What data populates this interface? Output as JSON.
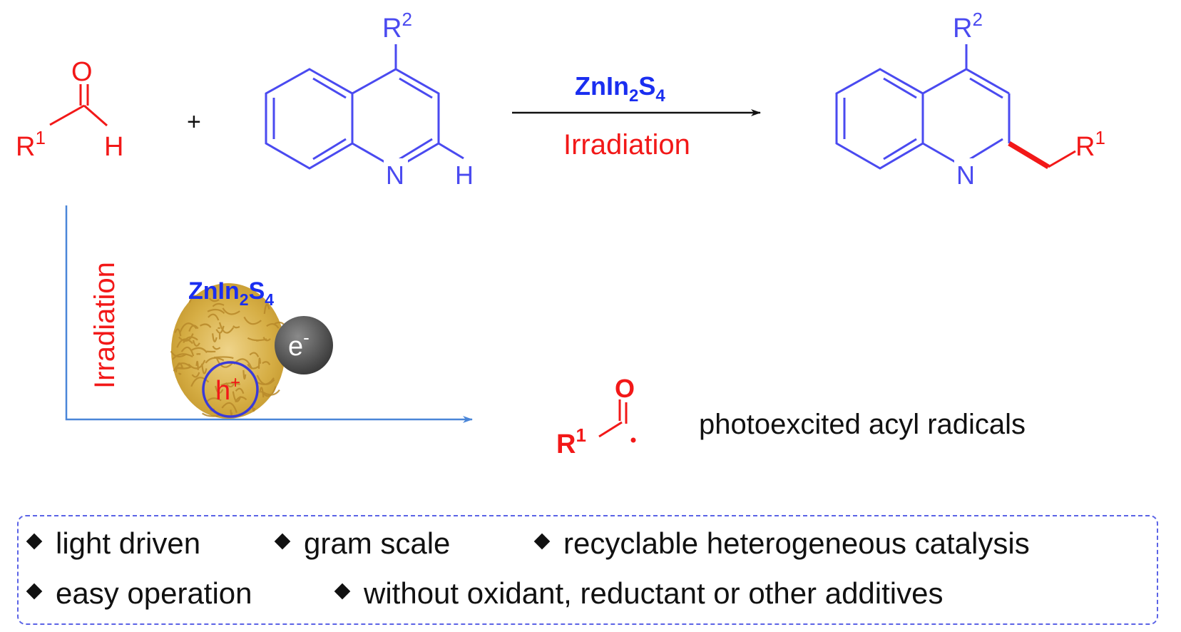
{
  "reaction": {
    "aldehyde": {
      "r_label": "R",
      "r_sup": "1",
      "o_label": "O",
      "h_label": "H"
    },
    "plus": "+",
    "quinoline": {
      "r_label": "R",
      "r_sup": "2",
      "n_label": "N",
      "h_label": "H"
    },
    "catalyst_main": "ZnIn",
    "catalyst_sub1": "2",
    "catalyst_s": "S",
    "catalyst_sub2": "4",
    "condition": "Irradiation",
    "product": {
      "r2_label": "R",
      "r2_sup": "2",
      "n_label": "N",
      "r1_label": "R",
      "r1_sup": "1"
    }
  },
  "mechanism": {
    "axis_label": "Irradiation",
    "catalyst_main": "ZnIn",
    "catalyst_sub1": "2",
    "catalyst_s": "S",
    "catalyst_sub2": "4",
    "electron": "e",
    "electron_sup": "-",
    "hole": "h",
    "hole_sup": "+",
    "radical_r": "R",
    "radical_sup": "1",
    "radical_o": "O",
    "radical_caption": "photoexcited acyl radicals"
  },
  "features": [
    "light driven",
    "gram scale",
    "recyclable heterogeneous catalysis",
    "easy operation",
    "without oxidant, reductant or other additives"
  ],
  "colors": {
    "reactant_red": "#f21818",
    "reagent_blue": "#4a4af0",
    "catalyst_gold": "#d9b24a",
    "electron_gray": "#5a5a5a",
    "axis_blue": "#4a86d8"
  }
}
